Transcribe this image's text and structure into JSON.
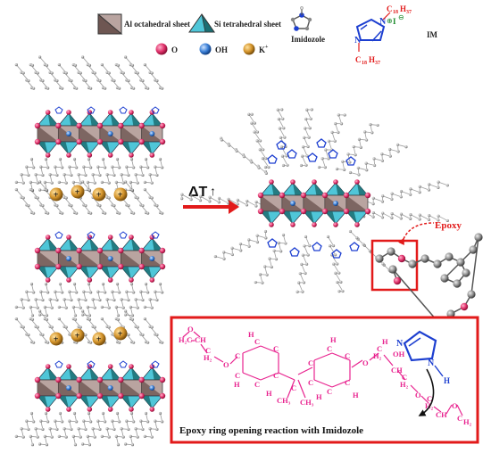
{
  "legend": {
    "al_sheet": "Al octahedral sheet",
    "si_sheet": "Si tetrahedral sheet",
    "imidazole": "Imidozole",
    "im": "IM",
    "o": "O",
    "oh": "OH",
    "k": "K",
    "k_sup": "+",
    "im_substituent": "C",
    "im_sub_index": "18",
    "im_sub_h": "H",
    "im_sub_h_index": "37",
    "im_n_plus": "⊕",
    "im_anion": "I",
    "im_anion_charge": "⊖",
    "im_atom_n": "N"
  },
  "arrow": {
    "label": "ΔT",
    "up": "↑"
  },
  "callout": {
    "epoxy": "Epoxy"
  },
  "reaction_box": {
    "caption": "Epoxy ring opening reaction with Imidozole",
    "chem_labels": {
      "h2c": "H₂C",
      "ch": "CH",
      "o": "O",
      "h2": "H₂",
      "c": "C",
      "h": "H",
      "ch3": "CH₃",
      "oh": "OH",
      "n": "N"
    }
  },
  "colors": {
    "octa_fill": "#b9a4a0",
    "octa_dark": "#6e5652",
    "tetra_fill": "#4fc6d8",
    "tetra_dark": "#1b6e73",
    "oxygen": "#e0306a",
    "hydroxyl": "#3a7fd6",
    "potassium": "#d4942b",
    "chem_magenta": "#e8238f",
    "imidazole_blue": "#1d3fd0",
    "alert_red": "#e21a1a"
  }
}
